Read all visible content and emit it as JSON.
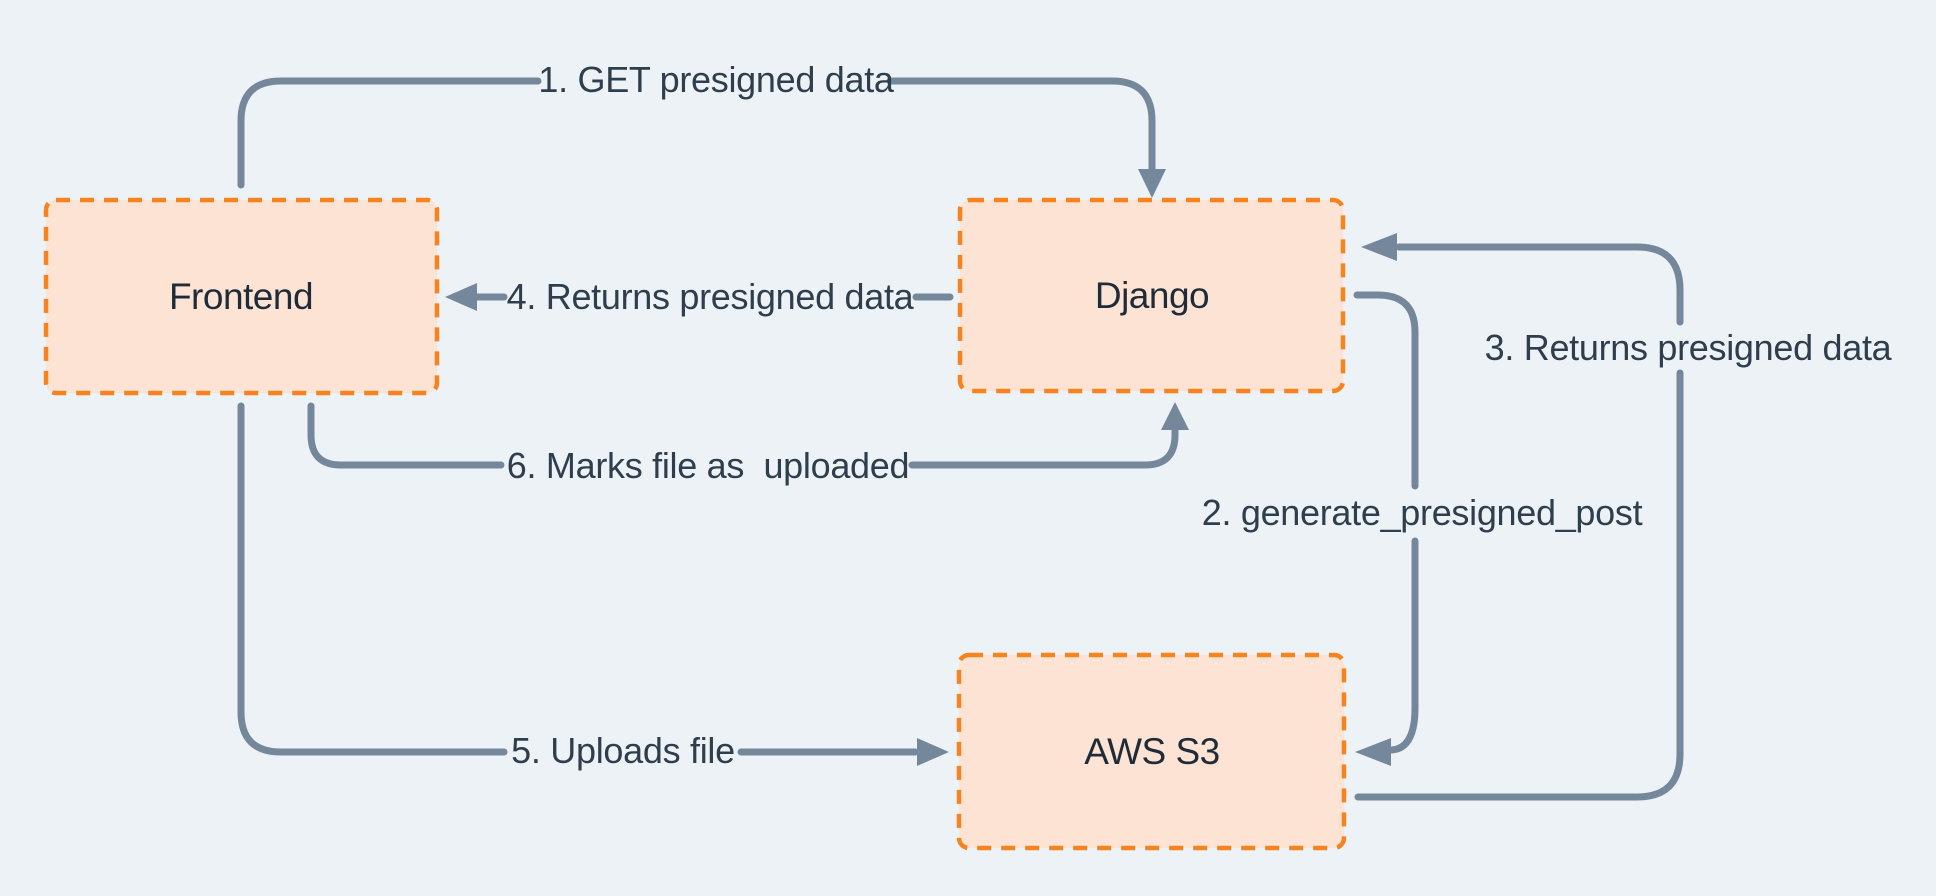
{
  "diagram": {
    "description": "Presigned upload flow between Frontend, Django and AWS S3",
    "nodes": [
      {
        "id": "frontend",
        "label": "Frontend"
      },
      {
        "id": "django",
        "label": "Django"
      },
      {
        "id": "aws-s3",
        "label": "AWS S3"
      }
    ],
    "edges": [
      {
        "step": 1,
        "label": "1. GET presigned data",
        "from": "frontend",
        "to": "django"
      },
      {
        "step": 2,
        "label": "2. generate_presigned_post",
        "from": "django",
        "to": "aws-s3"
      },
      {
        "step": 3,
        "label": "3. Returns presigned data",
        "from": "aws-s3",
        "to": "django"
      },
      {
        "step": 4,
        "label": "4. Returns presigned data",
        "from": "django",
        "to": "frontend"
      },
      {
        "step": 5,
        "label": "5. Uploads file",
        "from": "frontend",
        "to": "aws-s3"
      },
      {
        "step": 6,
        "label": "6. Marks file as  uploaded",
        "from": "frontend",
        "to": "django"
      }
    ]
  },
  "palette": {
    "background": "#EDF2F6",
    "node_fill": "#FCE3D3",
    "node_border": "#F6831D",
    "arrow": "#75889B",
    "edge_text": "#2E3E4D",
    "node_text": "#1F2B38"
  }
}
